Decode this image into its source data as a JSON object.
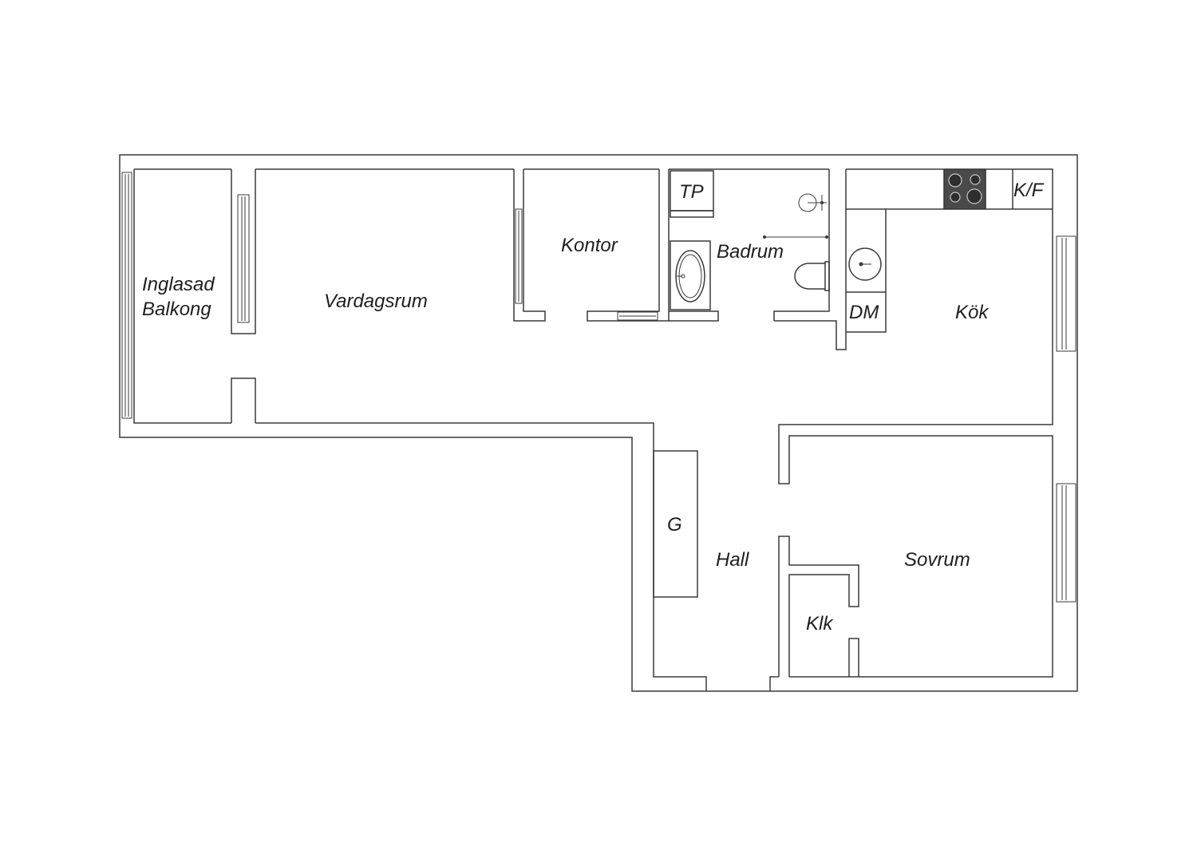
{
  "plan": {
    "rooms": {
      "balcony_line1": "Inglasad",
      "balcony_line2": "Balkong",
      "living": "Vardagsrum",
      "office": "Kontor",
      "bathroom": "Badrum",
      "washer": "TP",
      "kitchen": "Kök",
      "dishwasher": "DM",
      "fridge": "K/F",
      "wardrobe": "G",
      "hall": "Hall",
      "bedroom": "Sovrum",
      "closet": "Klk"
    },
    "colors": {
      "wall_stroke": "#3a3a3a",
      "stove": "#4a4a4a"
    },
    "icons": [
      "stove-icon",
      "sink-icon",
      "toilet-icon",
      "shower-icon",
      "basin-icon",
      "window-icon"
    ]
  }
}
